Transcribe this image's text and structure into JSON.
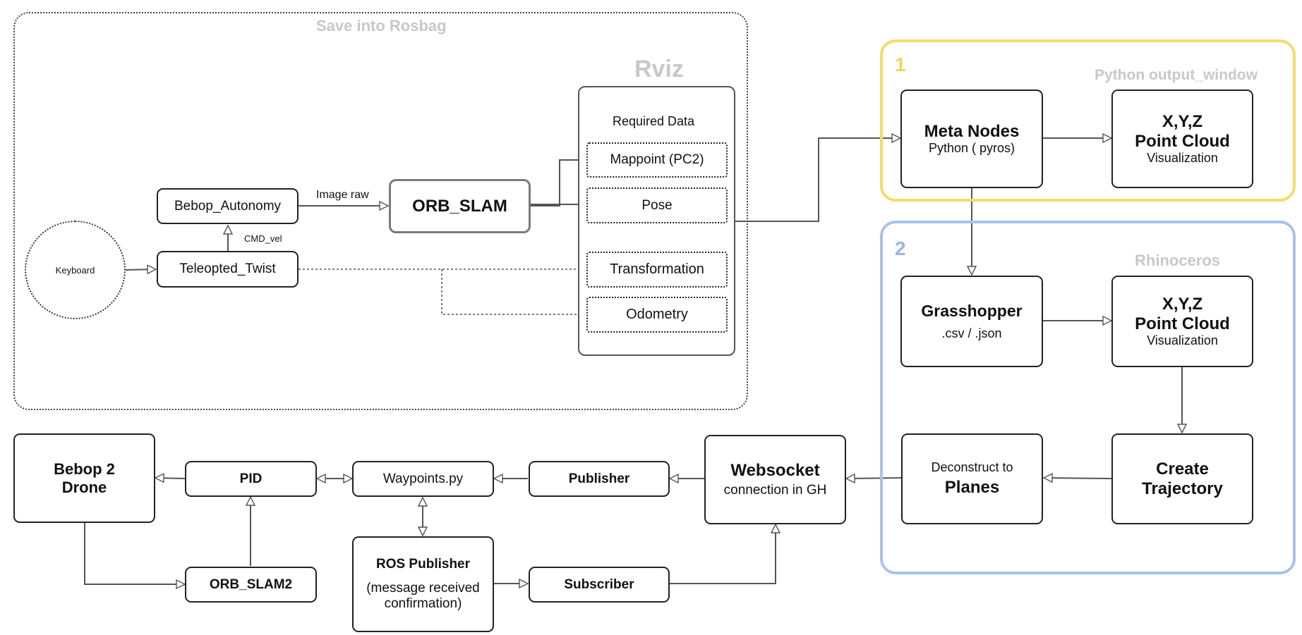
{
  "regions": {
    "rosbag_title": "Save into Rosbag",
    "rviz_title": "Rviz",
    "group1_number": "1",
    "group1_title": "Python output_window",
    "group2_number": "2",
    "group2_title": "Rhinoceros"
  },
  "nodes": {
    "keyboard": "Keyboard",
    "bebop_autonomy": "Bebop_Autonomy",
    "teleopted_twist": "Teleopted_Twist",
    "orb_slam": "ORB_SLAM",
    "required_data": "Required Data",
    "mappoint": "Mappoint (PC2)",
    "pose": "Pose",
    "transformation": "Transformation",
    "odometry": "Odometry",
    "meta_nodes_title": "Meta Nodes",
    "meta_nodes_sub": "Python ( pyros)",
    "pc1_line1": "X,Y,Z",
    "pc1_line2": "Point Cloud",
    "pc1_line3": "Visualization",
    "grasshopper_title": "Grasshopper",
    "grasshopper_sub": ".csv / .json",
    "pc2_line1": "X,Y,Z",
    "pc2_line2": "Point Cloud",
    "pc2_line3": "Visualization",
    "create_traj_line1": "Create",
    "create_traj_line2": "Trajectory",
    "deconstruct_line1": "Deconstruct to",
    "deconstruct_line2": "Planes",
    "websocket_title": "Websocket",
    "websocket_sub": "connection in GH",
    "publisher": "Publisher",
    "subscriber": "Subscriber",
    "waypoints": "Waypoints.py",
    "ros_pub_title": "ROS Publisher",
    "ros_pub_sub1": "(message received",
    "ros_pub_sub2": "confirmation)",
    "pid": "PID",
    "orb_slam2": "ORB_SLAM2",
    "bebop_drone_line1": "Bebop 2",
    "bebop_drone_line2": "Drone"
  },
  "edges": {
    "image_raw": "Image raw",
    "cmd_vel": "CMD_vel"
  },
  "colors": {
    "stroke": "#555555",
    "yellow_region": "#f7d96b",
    "blue_region": "#a9c2ec",
    "gray_title": "#c8c8c8"
  }
}
